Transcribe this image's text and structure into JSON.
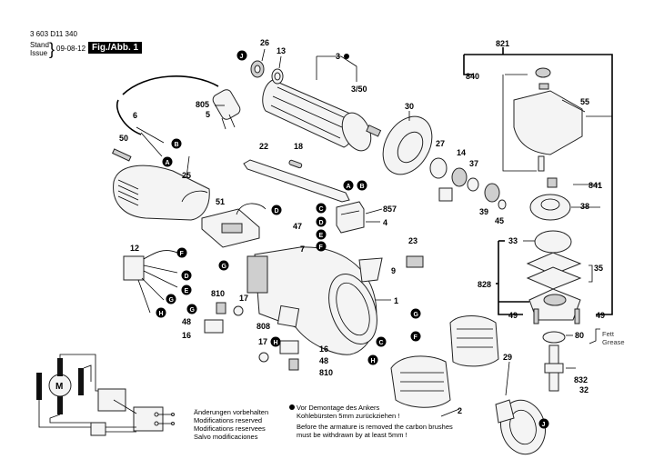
{
  "header": {
    "part_number": "3 603 D11 340",
    "stand_label": "Stand",
    "issue_label": "Issue",
    "brace": "}",
    "date": "09-08-12",
    "figure_label": "Fig./Abb. 1"
  },
  "labels": [
    {
      "id": "26",
      "text": "26"
    },
    {
      "id": "13",
      "text": "13"
    },
    {
      "id": "3",
      "text": "3"
    },
    {
      "id": "3_50",
      "text": "3/50"
    },
    {
      "id": "805",
      "text": "805"
    },
    {
      "id": "5",
      "text": "5"
    },
    {
      "id": "6",
      "text": "6"
    },
    {
      "id": "50",
      "text": "50"
    },
    {
      "id": "30",
      "text": "30"
    },
    {
      "id": "27",
      "text": "27"
    },
    {
      "id": "14",
      "text": "14"
    },
    {
      "id": "37",
      "text": "37"
    },
    {
      "id": "39",
      "text": "39"
    },
    {
      "id": "45",
      "text": "45"
    },
    {
      "id": "22",
      "text": "22"
    },
    {
      "id": "18",
      "text": "18"
    },
    {
      "id": "25",
      "text": "25"
    },
    {
      "id": "51",
      "text": "51"
    },
    {
      "id": "857",
      "text": "857"
    },
    {
      "id": "4",
      "text": "4"
    },
    {
      "id": "47",
      "text": "47"
    },
    {
      "id": "7",
      "text": "7"
    },
    {
      "id": "12",
      "text": "12"
    },
    {
      "id": "23",
      "text": "23"
    },
    {
      "id": "9",
      "text": "9"
    },
    {
      "id": "1",
      "text": "1"
    },
    {
      "id": "810a",
      "text": "810"
    },
    {
      "id": "17a",
      "text": "17"
    },
    {
      "id": "48a",
      "text": "48"
    },
    {
      "id": "16a",
      "text": "16"
    },
    {
      "id": "808",
      "text": "808"
    },
    {
      "id": "17b",
      "text": "17"
    },
    {
      "id": "16b",
      "text": "16"
    },
    {
      "id": "48b",
      "text": "48"
    },
    {
      "id": "810b",
      "text": "810"
    },
    {
      "id": "2",
      "text": "2"
    },
    {
      "id": "29",
      "text": "29"
    },
    {
      "id": "821",
      "text": "821"
    },
    {
      "id": "840",
      "text": "840"
    },
    {
      "id": "55",
      "text": "55"
    },
    {
      "id": "841",
      "text": "841"
    },
    {
      "id": "38",
      "text": "38"
    },
    {
      "id": "33",
      "text": "33"
    },
    {
      "id": "35",
      "text": "35"
    },
    {
      "id": "828",
      "text": "828"
    },
    {
      "id": "49a",
      "text": "49"
    },
    {
      "id": "49b",
      "text": "49"
    },
    {
      "id": "80",
      "text": "80"
    },
    {
      "id": "832",
      "text": "832"
    },
    {
      "id": "32",
      "text": "32"
    }
  ],
  "connectors": [
    "A",
    "B",
    "C",
    "D",
    "E",
    "F",
    "G",
    "H",
    "J"
  ],
  "grease": {
    "de": "Fett",
    "en": "Grease"
  },
  "motor_symbol": "M",
  "notes": {
    "modifications": [
      "Änderungen vorbehalten",
      "Modifications reserved",
      "Modifications reservees",
      "Salvo modificaciones"
    ],
    "armature_de_1": "Vor Demontage des Ankers",
    "armature_de_2": "Kohlebürsten 5mm zurückziehen !",
    "armature_en_1": "Before the armature is removed the carbon brushes",
    "armature_en_2": "must be withdrawn by at least 5mm !"
  }
}
